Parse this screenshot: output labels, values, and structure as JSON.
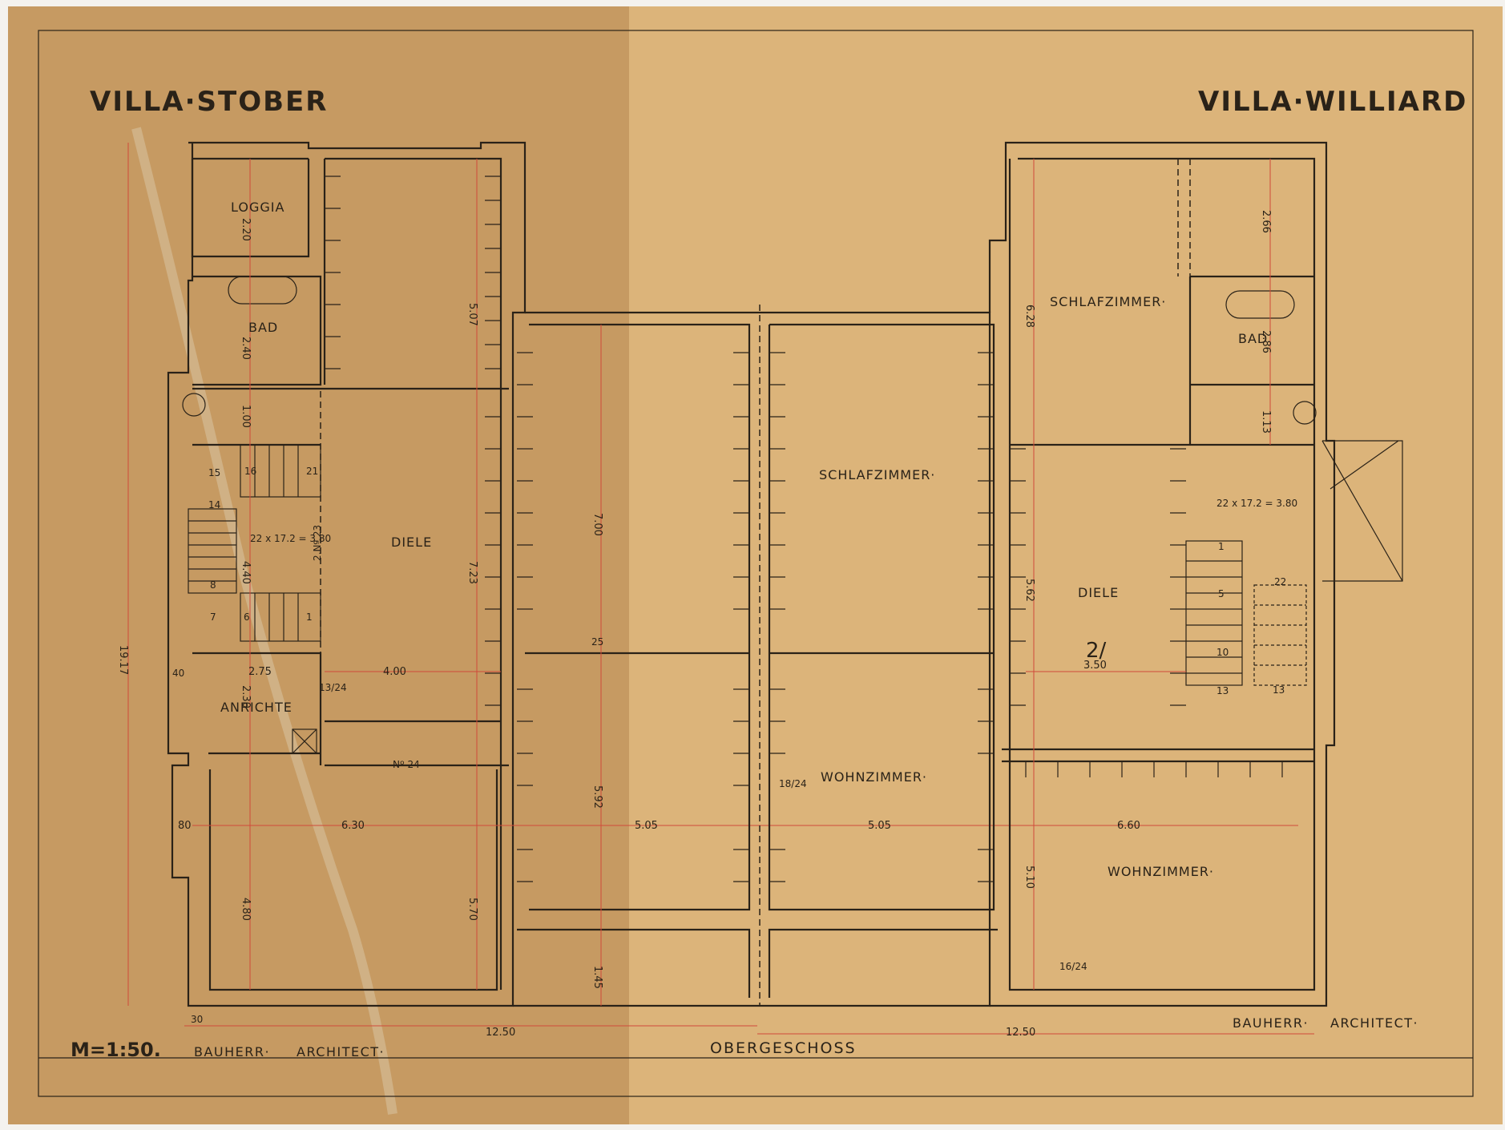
{
  "titles": {
    "left": "VILLA·STOBER",
    "right": "VILLA·WILLIARD"
  },
  "rooms": {
    "loggia": "LOGGIA",
    "bad_left": "BAD",
    "diele_left": "DIELE",
    "anrichte": "ANRICHTE",
    "schlafzimmer_center": "SCHLAFZIMMER·",
    "wohnzimmer_center": "WOHNZIMMER·",
    "schlafzimmer_right": "SCHLAFZIMMER·",
    "bad_right": "BAD",
    "diele_right": "DIELE",
    "wohnzimmer_right": "WOHNZIMMER·"
  },
  "stairs": {
    "left_formula": "22 x 17.2 = 3.80",
    "right_formula": "22 x 17.2 = 3.80",
    "left_steps": [
      "15",
      "16",
      "21",
      "14",
      "8",
      "7",
      "6",
      "1"
    ],
    "right_steps": [
      "1",
      "5",
      "10",
      "13",
      "22",
      "13"
    ]
  },
  "dimensions": {
    "total_height": "19.17",
    "loggia_h": "2.20",
    "bad_h": "2.40",
    "wc_h": "1.00",
    "stair_h": "4.40",
    "diele_left_h": "7.23",
    "top_left_h": "5.07",
    "anrichte_h": "2.30",
    "anrichte_w": "2.75",
    "diele_left_w": "4.00",
    "living_left_w": "6.30",
    "living_left_h": "4.80",
    "living_left_h2": "5.70",
    "side_80": "80",
    "center_upper_h": "7.00",
    "center_lower_h": "5.92",
    "center_bottom_h": "1.45",
    "center_w1": "5.05",
    "center_w2": "5.05",
    "right_top_h": "6.28",
    "right_bad_h": "2.66",
    "right_bad_h2": "2.86",
    "right_wc_h": "1.13",
    "right_diele_h": "5.62",
    "right_diele_w": "3.50",
    "right_living_w": "6.60",
    "right_living_h": "5.10",
    "total_w_left": "12.50",
    "total_w_right": "12.50",
    "wall_40": "40",
    "wall_25": "25",
    "wall_30": "30",
    "chimney_left": "Nº 24",
    "chimney_left2": "2.Nº 23",
    "frac_13_24": "13/24",
    "frac_18_24": "18/24",
    "frac_16_24": "16/24"
  },
  "footer": {
    "scale": "M=1:50.",
    "left_client": "BAUHERR·",
    "left_architect": "ARCHITECT·",
    "center": "OBERGESCHOSS",
    "right_client": "BAUHERR·",
    "right_architect": "ARCHITECT·",
    "pencil_note": "2/"
  },
  "colors": {
    "paper_left": "#c69a62",
    "paper_right": "#dcb47a",
    "ink": "#2a2218",
    "red_dimension": "#d04a3a"
  }
}
